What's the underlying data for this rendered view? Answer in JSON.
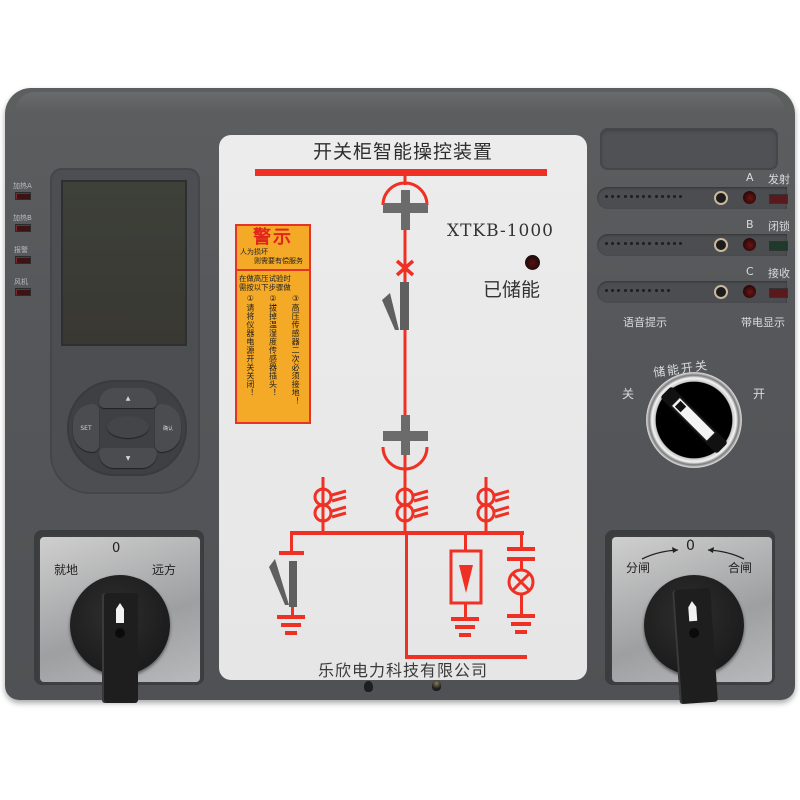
{
  "device": {
    "title": "开关柜智能操控装置",
    "model": "XTKB-1000",
    "stored_energy_label": "已储能",
    "manufacturer": "乐欣电力科技有限公司",
    "accent_red": "#e6332a",
    "body_color": "#56585b"
  },
  "left_indicators": [
    {
      "label": "加热A"
    },
    {
      "label": "加热B"
    },
    {
      "label": "报警"
    },
    {
      "label": "风机"
    }
  ],
  "keypad": {
    "up_icon": "▲",
    "down_icon": "▼",
    "left_label": "SET",
    "right_label": "确认"
  },
  "warning": {
    "title": "警示",
    "subtitle_line1": "人为损坏",
    "subtitle_line2": "则需要有偿服务",
    "body_line1": "在做高压试验时",
    "body_line2": "需按以下步骤做",
    "steps": [
      "①请将仪器电源开关关闭！",
      "②拔掉温湿度传感器插头！",
      "③高压传感器二次必须接地！"
    ]
  },
  "signal_rows": [
    {
      "phase": "A",
      "label": "发射",
      "lamp_color": "#5a1a1d"
    },
    {
      "phase": "B",
      "label": "闭锁",
      "lamp_color": "#1f3a2a"
    },
    {
      "phase": "C",
      "label": "接收",
      "lamp_color": "#5a1a1d"
    }
  ],
  "voice_prompt_label": "语音提示",
  "live_display_label": "带电显示",
  "energy_switch": {
    "title": "储能开关",
    "off_label": "关",
    "on_label": "开"
  },
  "local_remote_switch": {
    "zero_label": "0",
    "left_label": "就地",
    "right_label": "远方"
  },
  "open_close_switch": {
    "zero_label": "0",
    "left_label": "分闸",
    "right_label": "合闸"
  }
}
